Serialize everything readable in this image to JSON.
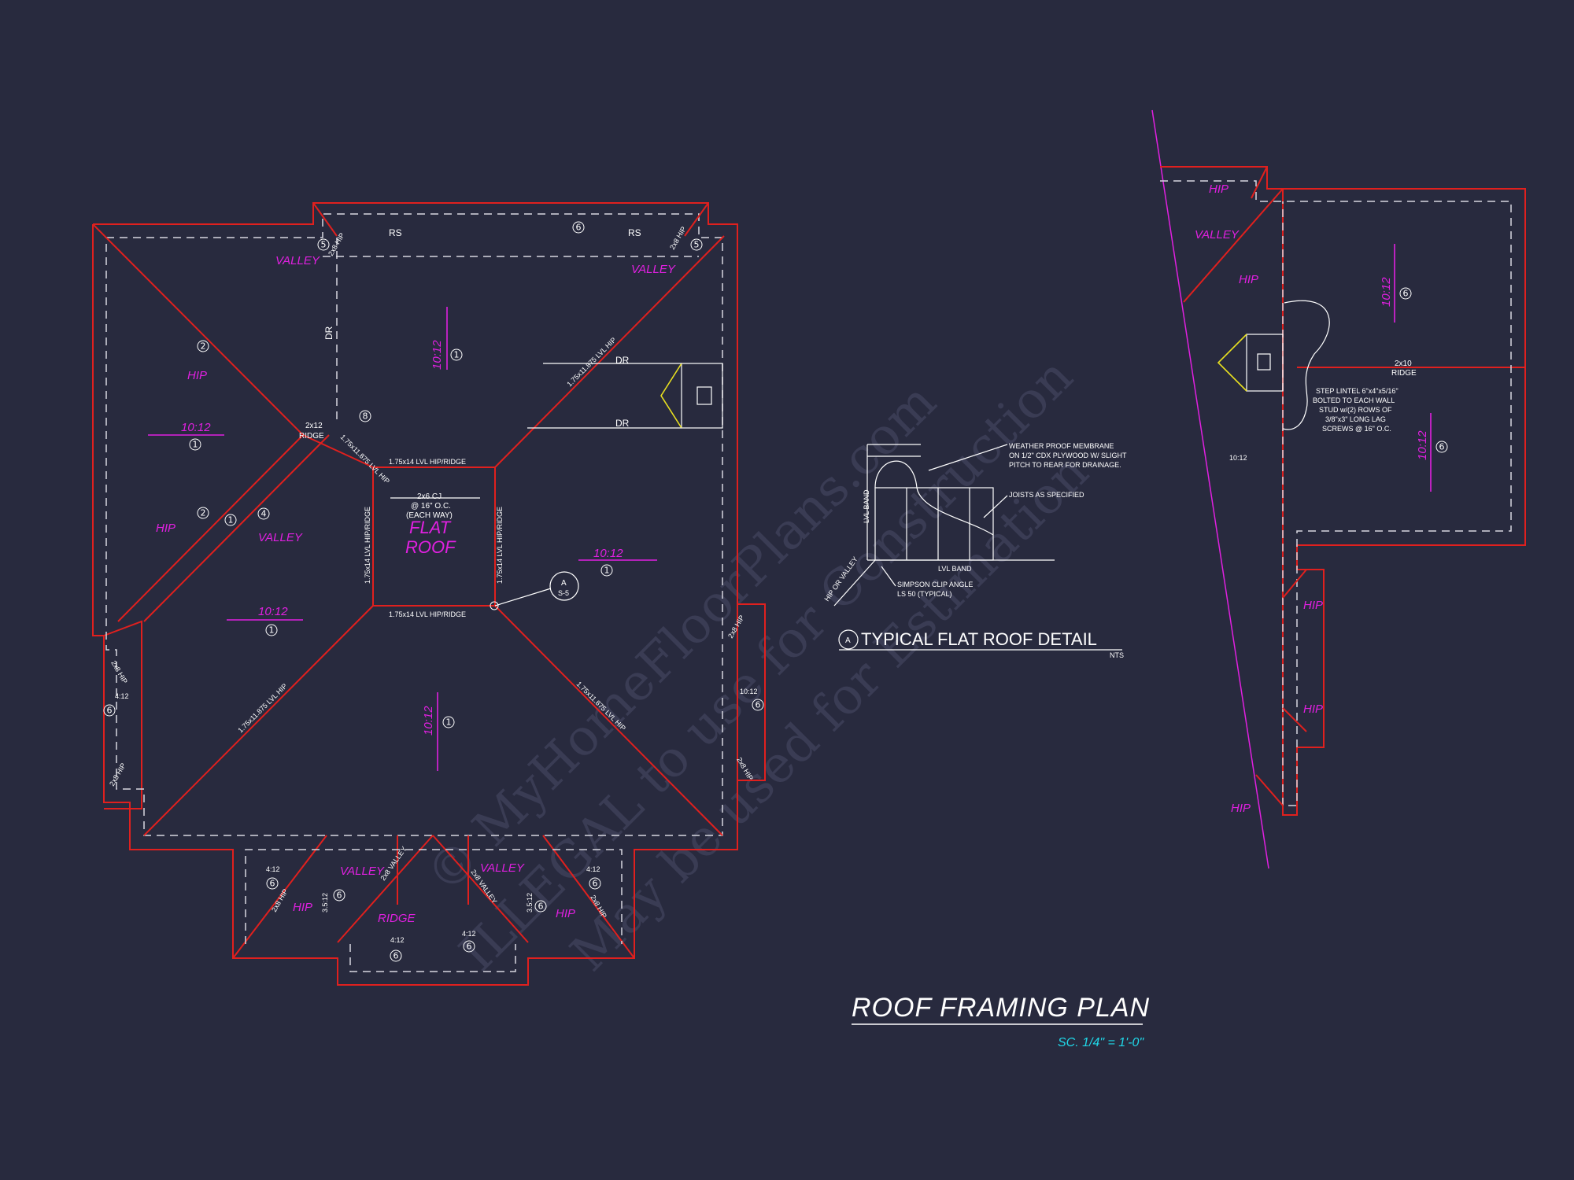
{
  "watermark": {
    "line1": "© MyHomeFloorPlans.com",
    "line2": "ILLEGAL to use for Construction",
    "line3": "May be used for Estimation"
  },
  "main_plan": {
    "rs_left": "RS",
    "rs_right": "RS",
    "dr_vertical": "DR",
    "dr_upper": "DR",
    "dr_lower": "DR",
    "valley_tl": "VALLEY",
    "valley_tr": "VALLEY",
    "valley_mid": "VALLEY",
    "hip_upper": "HIP",
    "hip_lower": "HIP",
    "slope_left": "10:12",
    "slope_center": "10:12",
    "slope_bottom_left": "10:12",
    "slope_bottom": "10:12",
    "slope_right": "10:12",
    "ridge_2x12": "2x12",
    "ridge_label": "RIDGE",
    "lvl_hip_ridge_top": "1.75x14 LVL HIP/RIDGE",
    "lvl_hip_ridge_bottom": "1.75x14 LVL HIP/RIDGE",
    "lvl_hip_ridge_left": "1.75x14 LVL HIP/RIDGE",
    "lvl_hip_ridge_right": "1.75x14 LVL HIP/RIDGE",
    "lvl_hip_ne": "1.75x11.875 LVL HIP",
    "lvl_hip_sw": "1.75x11.875 LVL HIP",
    "lvl_hip_se": "1.75x11.875 LVL HIP",
    "lvl_hip_nw": "1.75x11.875 LVL HIP",
    "cj_line1": "2x6 CJ",
    "cj_line2": "@ 16\" O.C.",
    "cj_line3": "(EACH WAY)",
    "flat_line1": "FLAT",
    "flat_line2": "ROOF",
    "section_letter": "A",
    "section_sheet": "S-5",
    "hip_2x8": "2x8 HIP",
    "slope_4_12": "4:12",
    "slope_10_12_small": "10:12",
    "valley_bl": "VALLEY",
    "valley_br": "VALLEY",
    "ridge_bottom": "RIDGE",
    "hip_bl": "HIP",
    "hip_br": "HIP",
    "valley_2x8_l": "2x8 VALLEY",
    "valley_2x8_r": "2x8 VALLEY",
    "slope_3_5_12": "3.5:12"
  },
  "detail": {
    "title_letter": "A",
    "title": "TYPICAL FLAT ROOF DETAIL",
    "nts": "NTS",
    "note1_line1": "WEATHER PROOF MEMBRANE",
    "note1_line2": "ON 1/2\" CDX PLYWOOD W/ SLIGHT",
    "note1_line3": "PITCH TO REAR FOR DRAINAGE.",
    "note2": "JOISTS AS SPECIFIED",
    "note3": "LVL BAND",
    "note4_line1": "SIMPSON CLIP ANGLE",
    "note4_line2": "LS 50 (TYPICAL)",
    "vert1": "LVL BAND",
    "vert2": "HIP OR VALLEY"
  },
  "side_plan": {
    "hip_top": "HIP",
    "valley_top": "VALLEY",
    "hip_mid": "HIP",
    "slope_upper": "10:12",
    "slope_lower": "10:12",
    "slope_small": "10:12",
    "ridge_size": "2x10",
    "ridge_label": "RIDGE",
    "note_line1": "STEP LINTEL 6\"x4\"x5/16\"",
    "note_line2": "BOLTED TO EACH WALL",
    "note_line3": "STUD w/(2) ROWS OF",
    "note_line4": "3/8\"x3\" LONG LAG",
    "note_line5": "SCREWS @ 16\" O.C.",
    "hip_r1": "HIP",
    "hip_r2": "HIP",
    "hip_bottom": "HIP"
  },
  "callouts": {
    "n1": "1",
    "n2": "2",
    "n4": "4",
    "n5": "5",
    "n6": "6",
    "n8": "8"
  },
  "plan_title": "ROOF FRAMING PLAN",
  "plan_scale": "SC. 1/4\" = 1'-0\""
}
